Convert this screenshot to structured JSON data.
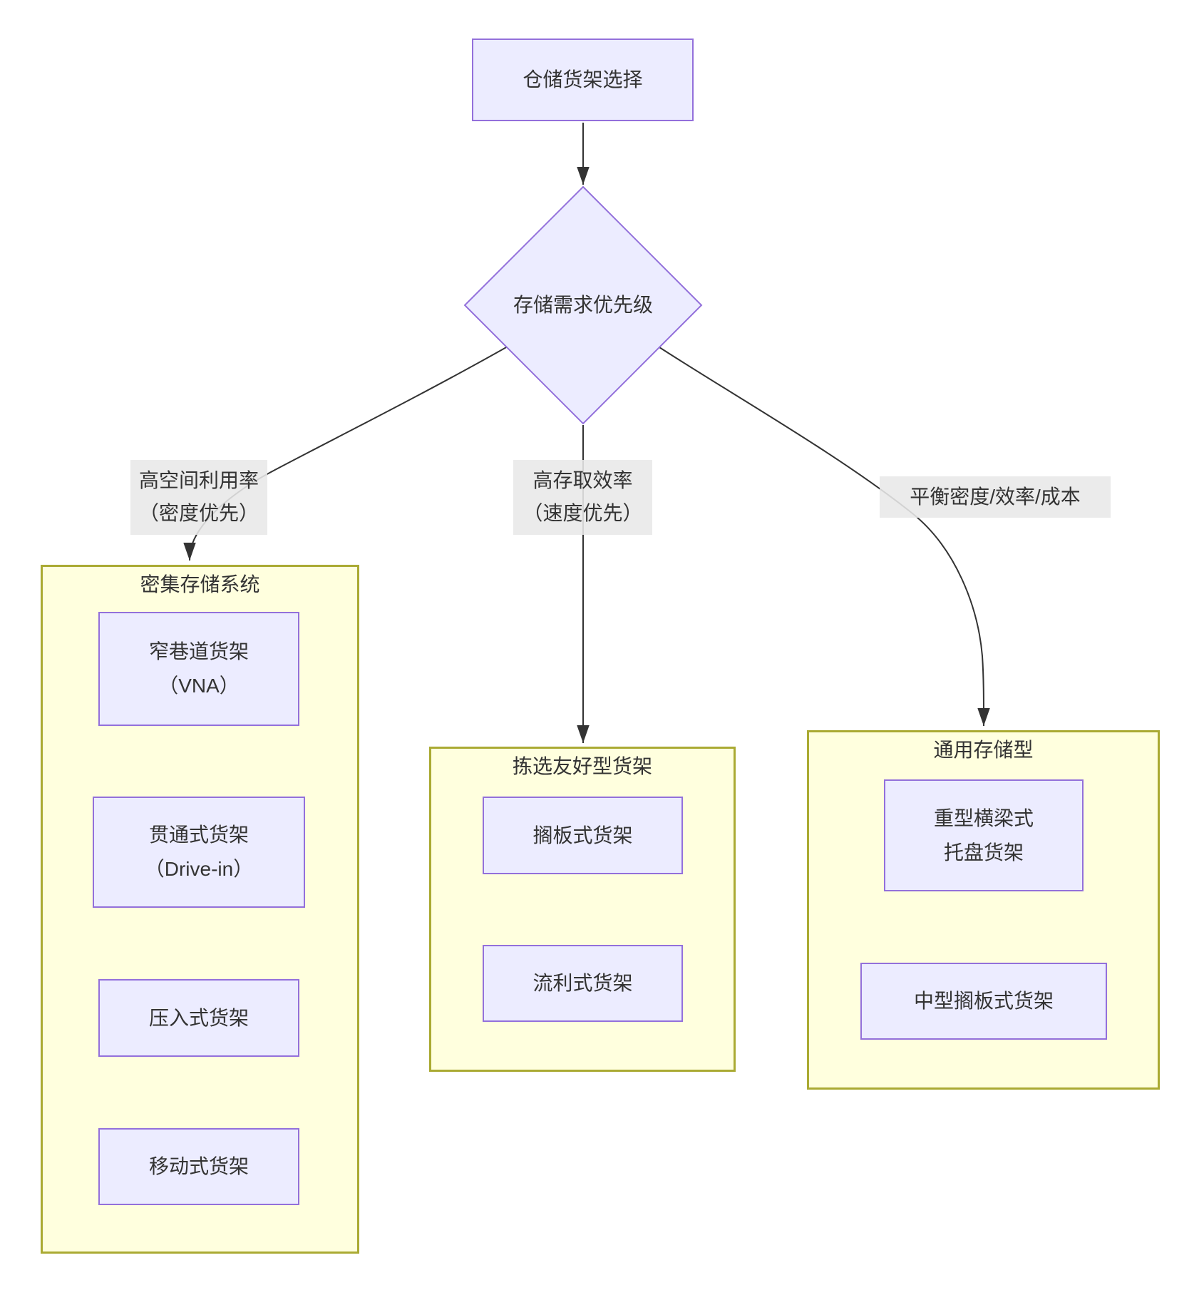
{
  "flowchart": {
    "start": {
      "label": "仓储货架选择"
    },
    "decision": {
      "label": "存储需求优先级"
    },
    "edges": {
      "left": {
        "label_line1": "高空间利用率",
        "label_line2": "（密度优先）"
      },
      "middle": {
        "label_line1": "高存取效率",
        "label_line2": "（速度优先）"
      },
      "right": {
        "label_line1": "平衡密度/效率/成本"
      }
    },
    "groups": {
      "dense": {
        "title": "密集存储系统",
        "nodes": [
          {
            "line1": "窄巷道货架",
            "line2": "（VNA）"
          },
          {
            "line1": "贯通式货架",
            "line2": "（Drive-in）"
          },
          {
            "line1": "压入式货架"
          },
          {
            "line1": "移动式货架"
          }
        ]
      },
      "picking": {
        "title": "拣选友好型货架",
        "nodes": [
          {
            "line1": "搁板式货架"
          },
          {
            "line1": "流利式货架"
          }
        ]
      },
      "general": {
        "title": "通用存储型",
        "nodes": [
          {
            "line1": "重型横梁式",
            "line2": "托盘货架"
          },
          {
            "line1": "中型搁板式货架"
          }
        ]
      }
    },
    "colors": {
      "node_fill": "#ECECFF",
      "node_border": "#9370DB",
      "cluster_fill": "#FFFFDE",
      "cluster_border": "#AAAA33",
      "edge_label_bg": "#E8E8E8",
      "edge_stroke": "#333333",
      "text": "#333333",
      "background": "#FFFFFF"
    }
  }
}
